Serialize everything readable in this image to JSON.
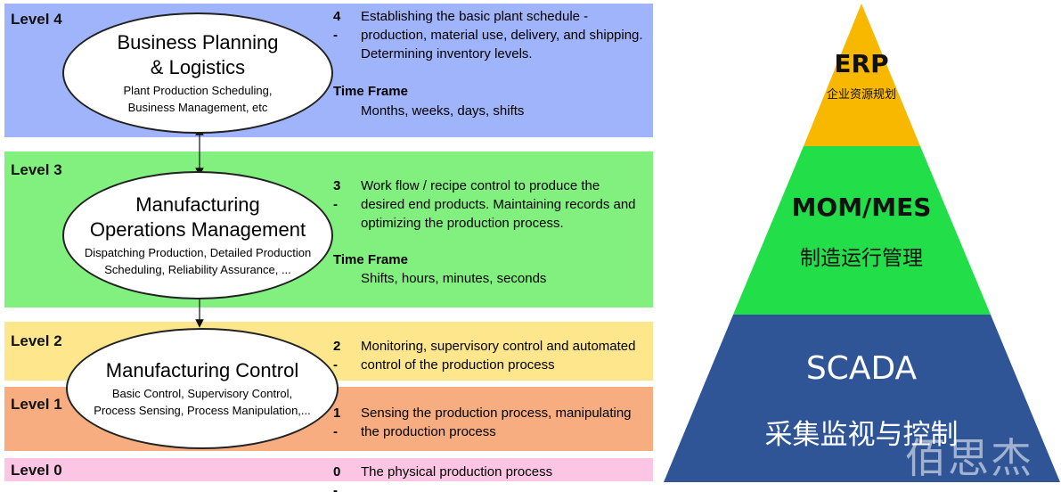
{
  "levels": {
    "l4": {
      "label": "Level 4",
      "ellipse_title_1": "Business Planning",
      "ellipse_title_2": "& Logistics",
      "ellipse_sub_1": "Plant Production Scheduling,",
      "ellipse_sub_2": "Business Management, etc",
      "num": "4 -",
      "desc_1": "Establishing the basic plant schedule -",
      "desc_2": "production, material use, delivery, and shipping.",
      "desc_3": "Determining inventory levels.",
      "timeframe_label": "Time Frame",
      "timeframe": "Months, weeks, days, shifts",
      "color": "#a0b4fb"
    },
    "l3": {
      "label": "Level 3",
      "ellipse_title_1": "Manufacturing",
      "ellipse_title_2": "Operations Management",
      "ellipse_sub_1": "Dispatching Production, Detailed Production",
      "ellipse_sub_2": "Scheduling, Reliability Assurance, ...",
      "num": "3 -",
      "desc_1": "Work flow / recipe control to produce the",
      "desc_2": "desired end products. Maintaining records and",
      "desc_3": "optimizing the production process.",
      "timeframe_label": "Time Frame",
      "timeframe": "Shifts, hours, minutes, seconds",
      "color": "#82f07f"
    },
    "l2": {
      "label": "Level 2",
      "num": "2 -",
      "desc_1": "Monitoring, supervisory control and automated",
      "desc_2": "control of the production process",
      "color": "#fde68c"
    },
    "l1": {
      "label": "Level 1",
      "num": "1 -",
      "desc_1": "Sensing the production process, manipulating",
      "desc_2": "the production process",
      "color": "#f8ad80"
    },
    "l0": {
      "label": "Level 0",
      "num": "0 -",
      "desc_1": "The physical production process",
      "color": "#fbc5e3"
    },
    "control_ellipse": {
      "title": "Manufacturing Control",
      "sub_1": "Basic Control, Supervisory Control,",
      "sub_2": "Process Sensing, Process Manipulation,..."
    }
  },
  "pyramid": {
    "top": {
      "title": "ERP",
      "subtitle": "企业资源规划",
      "color": "#f8b800"
    },
    "middle": {
      "title": "MOM/MES",
      "subtitle": "制造运行管理",
      "color": "#22de48"
    },
    "bottom": {
      "title": "SCADA",
      "subtitle": "采集监视与控制",
      "color": "#2f5597"
    }
  },
  "watermark": "佰思杰"
}
